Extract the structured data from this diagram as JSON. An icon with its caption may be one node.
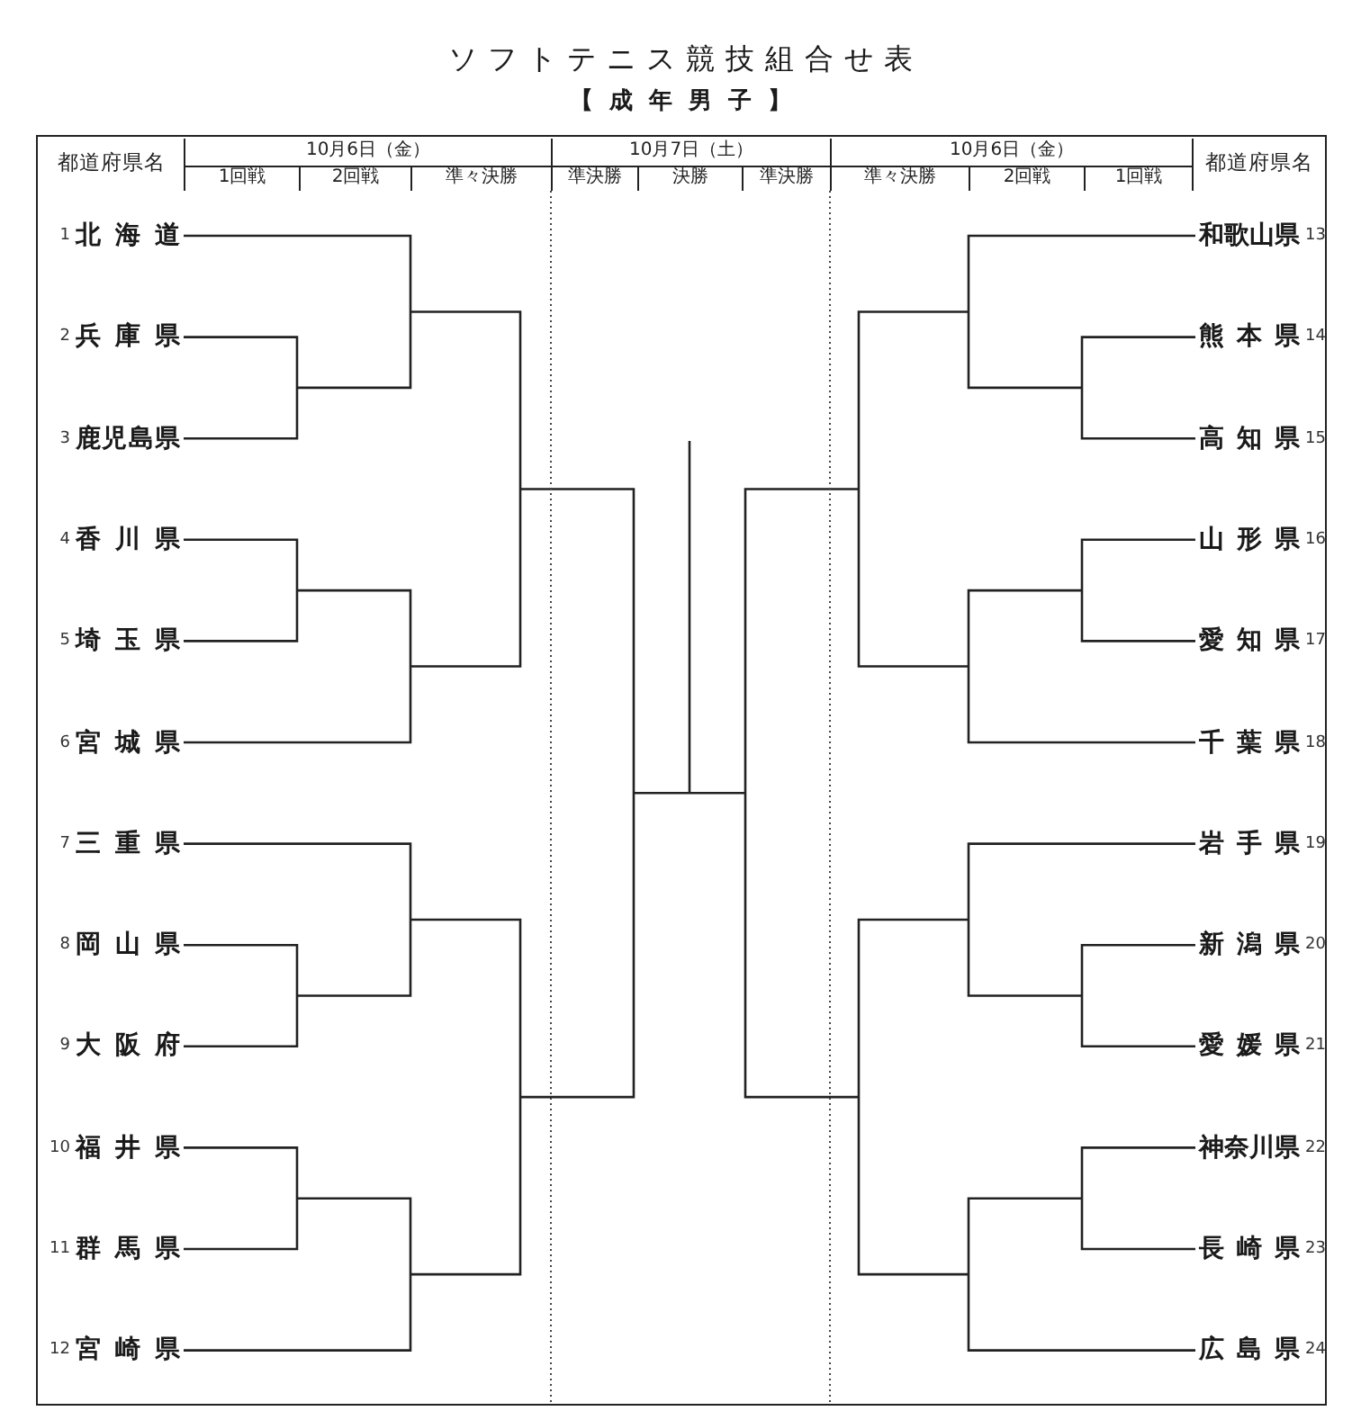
{
  "diagram": {
    "title": "ソフトテニス競技組合せ表",
    "labels": [
      "【成年男子】",
      "都道府県名",
      "10月6日（金）",
      "10月7日（土）",
      "10月6日（金）",
      "都道府県名",
      "1回戦",
      "2回戦",
      "準々決勝",
      "準決勝",
      "決勝",
      "準決勝",
      "準々決勝",
      "2回戦",
      "1回戦",
      "1",
      "北海道",
      "2",
      "兵庫県",
      "3",
      "鹿児島県",
      "4",
      "香川県",
      "5",
      "埼玉県",
      "6",
      "宮城県",
      "7",
      "三重県",
      "8",
      "岡山県",
      "9",
      "大阪府",
      "10",
      "福井県",
      "11",
      "群馬県",
      "12",
      "宮崎県",
      "和歌山県",
      "13",
      "熊本県",
      "14",
      "高知県",
      "15",
      "山形県",
      "16",
      "愛知県",
      "17",
      "千葉県",
      "18",
      "岩手県",
      "19",
      "新潟県",
      "20",
      "愛媛県",
      "21",
      "神奈川県",
      "22",
      "長崎県",
      "23",
      "広島県",
      "24"
    ]
  }
}
